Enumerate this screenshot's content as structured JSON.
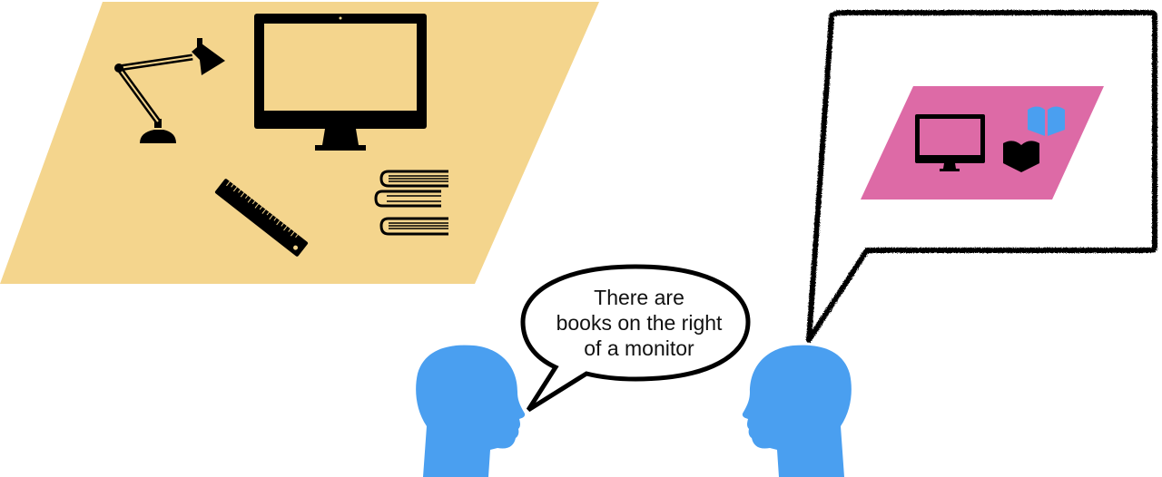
{
  "speaker_bubble": {
    "lines": [
      "There are",
      "books on the right",
      "of a monitor"
    ]
  },
  "colors": {
    "desk": "#f4d58d",
    "imagined_desk": "#dd6aa6",
    "head": "#4a9ff0",
    "imagined_book": "#4a9ff0",
    "ink": "#000000"
  },
  "scene": {
    "left_desk_objects": [
      "desk-lamp",
      "monitor",
      "ruler",
      "stack-of-books"
    ],
    "imagined_desk_objects": [
      "monitor",
      "open-book-black",
      "open-book-blue"
    ]
  }
}
